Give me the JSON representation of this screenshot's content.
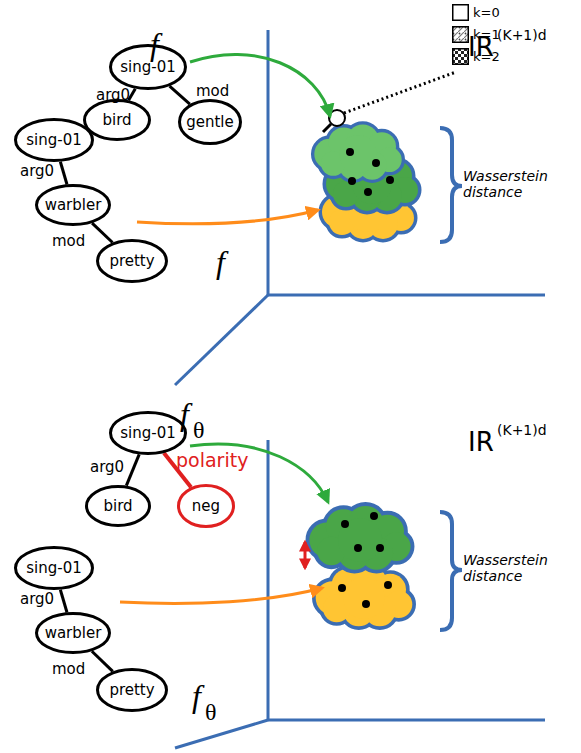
{
  "diagram": {
    "nodes": [
      {
        "text": [
          "sing-01"
        ]
      },
      {
        "text": [
          "bird"
        ]
      },
      {
        "text": [
          "gentle"
        ]
      },
      {
        "text": [
          "sing-01"
        ]
      },
      {
        "text": [
          "warbler"
        ]
      },
      {
        "text": [
          "pretty"
        ]
      },
      {
        "text": [
          "sing-01"
        ]
      },
      {
        "text": [
          "bird"
        ]
      },
      {
        "text": [
          "neg"
        ]
      },
      {
        "text": [
          "sing-01"
        ]
      },
      {
        "text": [
          "warbler"
        ]
      },
      {
        "text": [
          "pretty"
        ]
      }
    ],
    "edges": [
      {
        "from": 0,
        "to": 1,
        "label": "arg0",
        "arrow": "none"
      },
      {
        "from": 0,
        "to": 2,
        "label": "mod",
        "arrow": "none"
      },
      {
        "from": 3,
        "to": 4,
        "label": "arg0",
        "arrow": "none"
      },
      {
        "from": 4,
        "to": 5,
        "label": "mod",
        "arrow": "none"
      },
      {
        "from": 6,
        "to": 7,
        "label": "arg0",
        "arrow": "none"
      },
      {
        "from": 6,
        "to": 8,
        "label": "polarity",
        "arrow": "none"
      },
      {
        "from": 9,
        "to": 10,
        "label": "arg0",
        "arrow": "none"
      },
      {
        "from": 10,
        "to": 11,
        "label": "mod",
        "arrow": "none"
      }
    ],
    "labels": [
      "f",
      "f",
      "IR",
      "(K+1)d",
      "Wasserstein distance",
      "f",
      "θ",
      "f",
      "θ",
      "IR",
      "(K+1)d",
      "Wasserstein distance"
    ],
    "legend": [
      {
        "text": "k=0",
        "color": "#ffffff"
      },
      {
        "text": "k=1"
      },
      {
        "text": "k=2"
      }
    ]
  }
}
